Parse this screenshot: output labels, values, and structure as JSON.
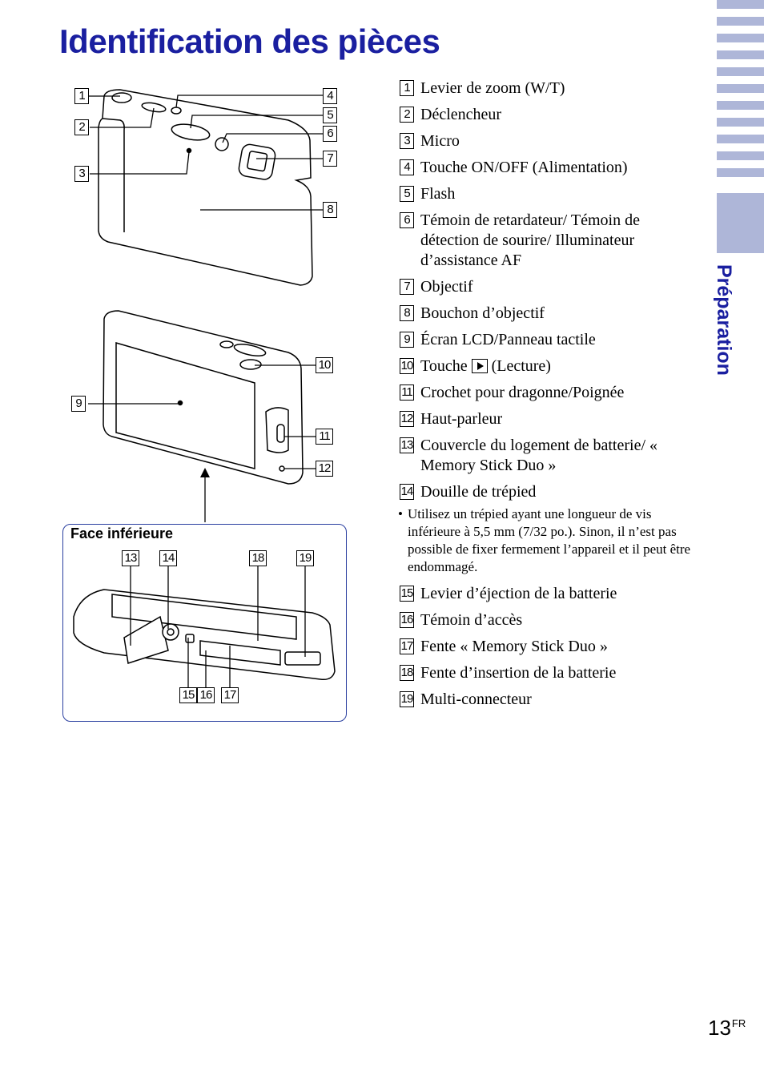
{
  "page": {
    "title": "Identification des pièces",
    "section": "Préparation",
    "page_number": "13",
    "page_suffix": "FR"
  },
  "diagram": {
    "bottom_face_label": "Face inférieure"
  },
  "parts": [
    {
      "num": "1",
      "label": "Levier de zoom (W/T)"
    },
    {
      "num": "2",
      "label": "Déclencheur"
    },
    {
      "num": "3",
      "label": "Micro"
    },
    {
      "num": "4",
      "label": "Touche ON/OFF (Alimentation)"
    },
    {
      "num": "5",
      "label": "Flash"
    },
    {
      "num": "6",
      "label": "Témoin de retardateur/ Témoin de détection de sourire/ Illuminateur d’assistance AF"
    },
    {
      "num": "7",
      "label": "Objectif"
    },
    {
      "num": "8",
      "label": "Bouchon d’objectif"
    },
    {
      "num": "9",
      "label": "Écran LCD/Panneau tactile"
    },
    {
      "num": "10",
      "label_before": "Touche",
      "label_after": "(Lecture)"
    },
    {
      "num": "11",
      "label": "Crochet pour dragonne/Poignée"
    },
    {
      "num": "12",
      "label": "Haut-parleur"
    },
    {
      "num": "13",
      "label": "Couvercle du logement de batterie/ « Memory Stick Duo »"
    },
    {
      "num": "14",
      "label": "Douille de trépied",
      "note": "Utilisez un trépied ayant une longueur de vis inférieure à 5,5 mm (7/32 po.). Sinon, il n’est pas possible de fixer fermement l’appareil et il peut être endommagé."
    },
    {
      "num": "15",
      "label": "Levier d’éjection de la batterie"
    },
    {
      "num": "16",
      "label": "Témoin d’accès"
    },
    {
      "num": "17",
      "label": "Fente « Memory Stick Duo »"
    },
    {
      "num": "18",
      "label": "Fente d’insertion de la batterie"
    },
    {
      "num": "19",
      "label": "Multi-connecteur"
    }
  ],
  "colors": {
    "title": "#1a1fa0",
    "sidebar": "#aeb6d8",
    "frame": "#2a3fa0"
  }
}
